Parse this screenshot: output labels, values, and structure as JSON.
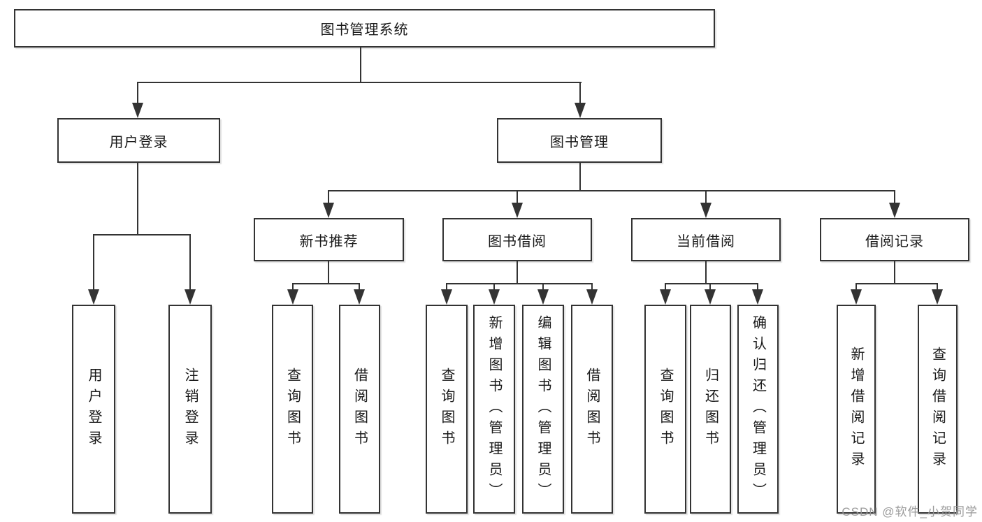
{
  "nodes": {
    "root": {
      "label": "图书管理系统"
    },
    "user_login_branch": {
      "label": "用户登录"
    },
    "book_management": {
      "label": "图书管理"
    },
    "new_book_recommend": {
      "label": "新书推荐"
    },
    "book_borrow": {
      "label": "图书借阅"
    },
    "current_borrow": {
      "label": "当前借阅"
    },
    "borrow_records": {
      "label": "借阅记录"
    },
    "user_login_leaf": {
      "label": "用户登录"
    },
    "logout_leaf": {
      "label": "注销登录"
    },
    "nb_query_books": {
      "label": "查询图书"
    },
    "nb_borrow_books": {
      "label": "借阅图书"
    },
    "bb_query_books": {
      "label": "查询图书"
    },
    "bb_add_books": {
      "label": "新增图书（管理员）"
    },
    "bb_edit_books": {
      "label": "编辑图书（管理员）"
    },
    "bb_borrow_books": {
      "label": "借阅图书"
    },
    "cb_query_books": {
      "label": "查询图书"
    },
    "cb_return_books": {
      "label": "归还图书"
    },
    "cb_confirm_return": {
      "label": "确认归还（管理员）"
    },
    "br_add_record": {
      "label": "新增借阅记录"
    },
    "br_query_record": {
      "label": "查询借阅记录"
    }
  },
  "hierarchy": {
    "root": "图书管理系统",
    "children": [
      {
        "label": "用户登录",
        "children": [
          "用户登录",
          "注销登录"
        ]
      },
      {
        "label": "图书管理",
        "children": [
          {
            "label": "新书推荐",
            "children": [
              "查询图书",
              "借阅图书"
            ]
          },
          {
            "label": "图书借阅",
            "children": [
              "查询图书",
              "新增图书（管理员）",
              "编辑图书（管理员）",
              "借阅图书"
            ]
          },
          {
            "label": "当前借阅",
            "children": [
              "查询图书",
              "归还图书",
              "确认归还（管理员）"
            ]
          },
          {
            "label": "借阅记录",
            "children": [
              "新增借阅记录",
              "查询借阅记录"
            ]
          }
        ]
      }
    ]
  },
  "watermark": {
    "text": "CSDN @软件_小贺同学",
    "color": "#969696"
  },
  "colors": {
    "line": "#333333",
    "box_fill": "#ffffff",
    "text": "#1a1a1a"
  }
}
